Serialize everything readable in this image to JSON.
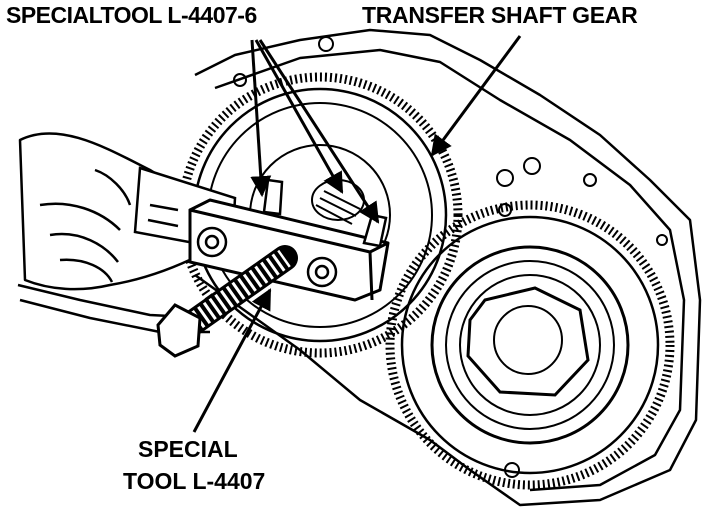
{
  "labels": {
    "special_tool_6": "SPECIALTOOL L-4407-6",
    "transfer_shaft_gear": "TRANSFER SHAFT GEAR",
    "special_tool_line1": "SPECIAL",
    "special_tool_line2": "TOOL L-4407"
  },
  "colors": {
    "ink": "#000000",
    "paper": "#ffffff"
  }
}
